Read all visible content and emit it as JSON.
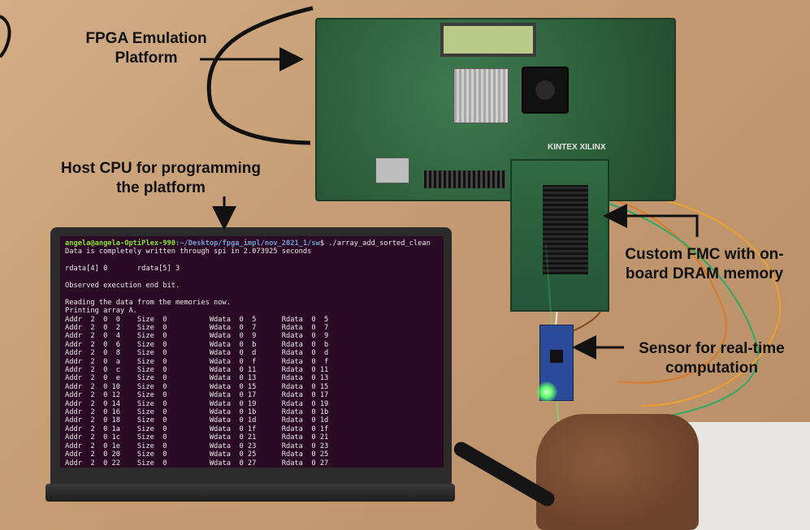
{
  "annotations": {
    "fpga_platform": [
      "FPGA Emulation",
      "Platform"
    ],
    "host_cpu": [
      "Host CPU for programming",
      "the platform"
    ],
    "custom_fmc": [
      "Custom FMC with on-",
      "board DRAM memory"
    ],
    "sensor": [
      "Sensor for real-time",
      "computation"
    ]
  },
  "fpga_board": {
    "brand": "XILINX",
    "chip": "KINTEX"
  },
  "terminal": {
    "prompt_user": "angela@angela-OptiPlex-990",
    "prompt_path": ":~/Desktop/fpga_impl/nov_2021_1/sw",
    "prompt_cmd": "$ ./array_add_sorted_clean",
    "lines": [
      "Data is completely written through spi in 2.073925 seconds",
      "",
      "rdata[4] 0       rdata[5] 3",
      "",
      "Observed execution end bit.",
      "",
      "Reading the data from the memories now.",
      "Printing array A.",
      "Addr  2  0  0    Size  0          Wdata  0  5      Rdata  0  5",
      "Addr  2  0  2    Size  0          Wdata  0  7      Rdata  0  7",
      "Addr  2  0  4    Size  0          Wdata  0  9      Rdata  0  9",
      "Addr  2  0  6    Size  0          Wdata  0  b      Rdata  0  b",
      "Addr  2  0  8    Size  0          Wdata  0  d      Rdata  0  d",
      "Addr  2  0  a    Size  0          Wdata  0  f      Rdata  0  f",
      "Addr  2  0  c    Size  0          Wdata  0 11      Rdata  0 11",
      "Addr  2  0  e    Size  0          Wdata  0 13      Rdata  0 13",
      "Addr  2  0 10    Size  0          Wdata  0 15      Rdata  0 15",
      "Addr  2  0 12    Size  0          Wdata  0 17      Rdata  0 17",
      "Addr  2  0 14    Size  0          Wdata  0 19      Rdata  0 19",
      "Addr  2  0 16    Size  0          Wdata  0 1b      Rdata  0 1b",
      "Addr  2  0 18    Size  0          Wdata  0 1d      Rdata  0 1d",
      "Addr  2  0 1a    Size  0          Wdata  0 1f      Rdata  0 1f",
      "Addr  2  0 1c    Size  0          Wdata  0 21      Rdata  0 21",
      "Addr  2  0 1e    Size  0          Wdata  0 23      Rdata  0 23",
      "Addr  2  0 20    Size  0          Wdata  0 25      Rdata  0 25",
      "Addr  2  0 22    Size  0          Wdata  0 27      Rdata  0 27"
    ]
  },
  "colors": {
    "label_text": "#111111",
    "arrow": "#111111",
    "terminal_bg": "#2b0a26",
    "prompt_user": "#8ae234",
    "prompt_path": "#729fcf"
  }
}
